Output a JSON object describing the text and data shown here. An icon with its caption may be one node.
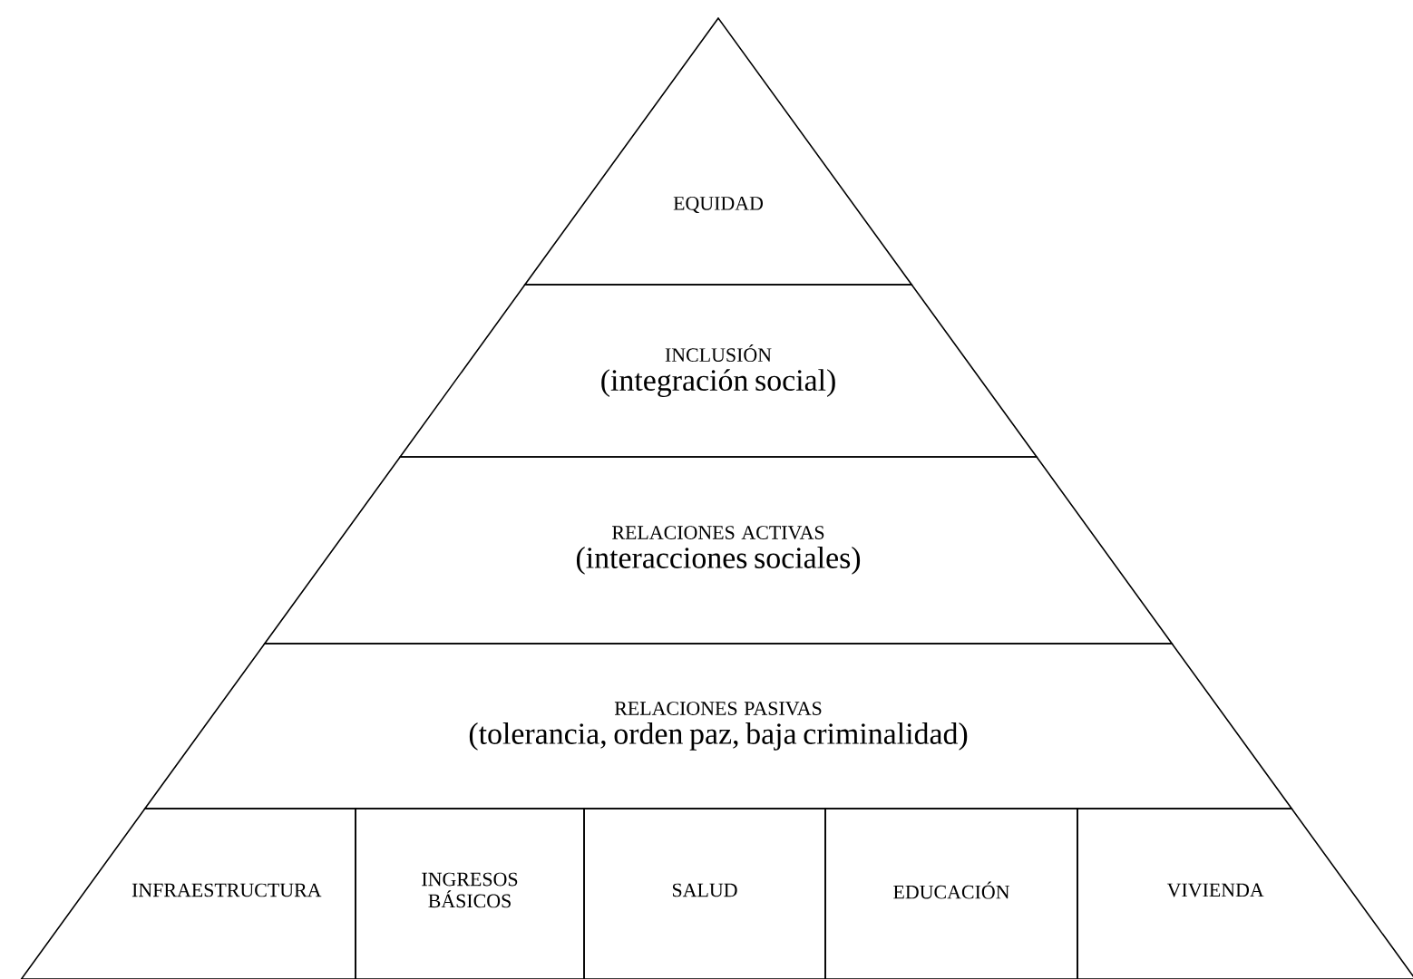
{
  "diagram": {
    "nodes": [
      {
        "text": [
          "EQUIDAD"
        ]
      },
      {
        "text": [
          "INCLUSIÓN",
          "(integración social)"
        ]
      },
      {
        "text": [
          "RELACIONES ACTIVAS",
          "(interacciones sociales)"
        ]
      },
      {
        "text": [
          "RELACIONES PASIVAS",
          "(tolerancia, orden paz, baja criminalidad)"
        ]
      },
      {
        "text": [
          "INFRAESTRUCTURA"
        ]
      },
      {
        "text": [
          "INGRESOS BÁSICOS"
        ]
      },
      {
        "text": [
          "SALUD"
        ]
      },
      {
        "text": [
          "EDUCACIÓN"
        ]
      },
      {
        "text": [
          "VIVIENDA"
        ]
      }
    ]
  }
}
